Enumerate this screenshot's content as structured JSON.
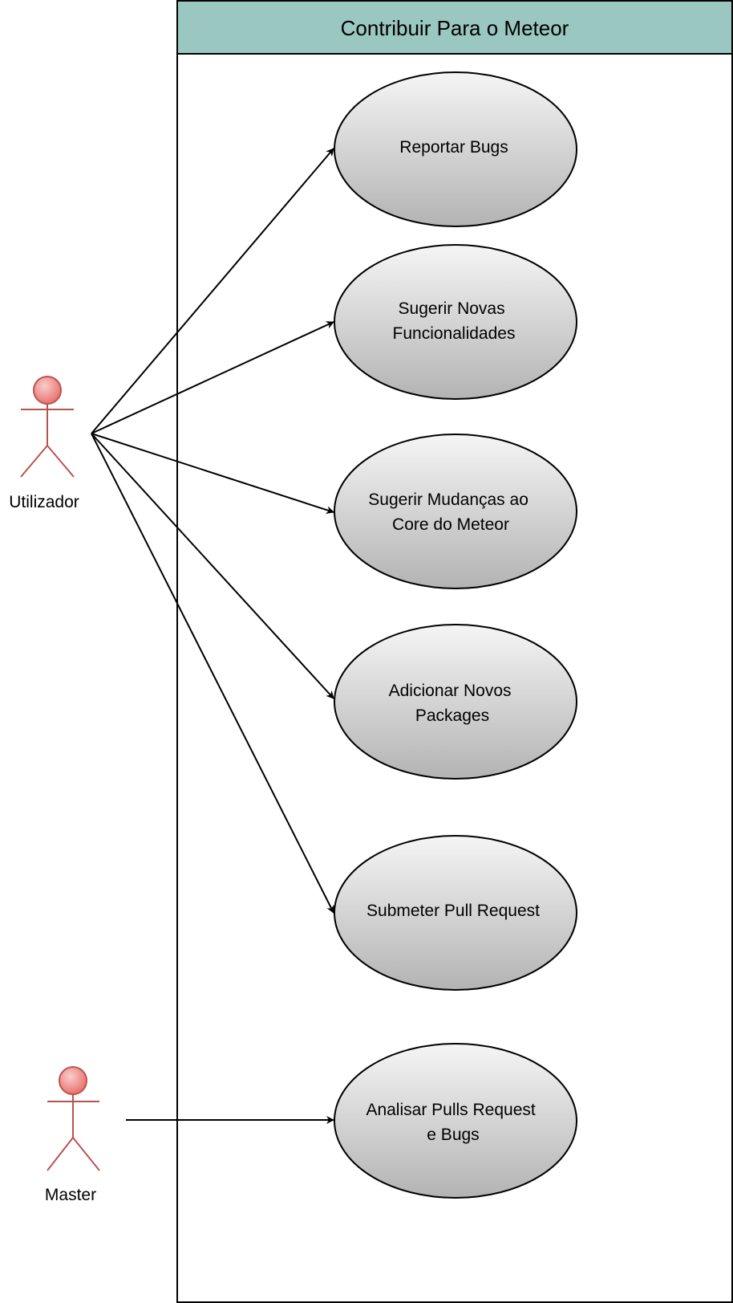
{
  "system": {
    "title": "Contribuir Para o Meteor"
  },
  "actors": [
    {
      "id": "utilizador",
      "name": "Utilizador"
    },
    {
      "id": "master",
      "name": "Master"
    }
  ],
  "use_cases": [
    {
      "id": "reportar-bugs",
      "lines": [
        "Reportar Bugs"
      ]
    },
    {
      "id": "sugerir-novas-funcionalidades",
      "lines": [
        "Sugerir Novas",
        "Funcionalidades"
      ]
    },
    {
      "id": "sugerir-mudancas-core",
      "lines": [
        "Sugerir Mudanças ao",
        "Core do Meteor"
      ]
    },
    {
      "id": "adicionar-novos-packages",
      "lines": [
        "Adicionar Novos",
        "Packages"
      ]
    },
    {
      "id": "submeter-pull-request",
      "lines": [
        "Submeter Pull Request"
      ]
    },
    {
      "id": "analisar-pulls-request",
      "lines": [
        "Analisar Pulls Request",
        "e Bugs"
      ]
    }
  ],
  "associations": [
    {
      "from": "utilizador",
      "to": "reportar-bugs"
    },
    {
      "from": "utilizador",
      "to": "sugerir-novas-funcionalidades"
    },
    {
      "from": "utilizador",
      "to": "sugerir-mudancas-core"
    },
    {
      "from": "utilizador",
      "to": "adicionar-novos-packages"
    },
    {
      "from": "utilizador",
      "to": "submeter-pull-request"
    },
    {
      "from": "master",
      "to": "analisar-pulls-request"
    }
  ],
  "colors": {
    "header_fill": "#9ac7bf",
    "actor_stroke": "#b85450",
    "actor_head_fill": "#f8cecc",
    "actor_head_dark": "#ea6b66",
    "usecase_light": "#f5f5f5",
    "usecase_dark": "#b3b3b3"
  }
}
